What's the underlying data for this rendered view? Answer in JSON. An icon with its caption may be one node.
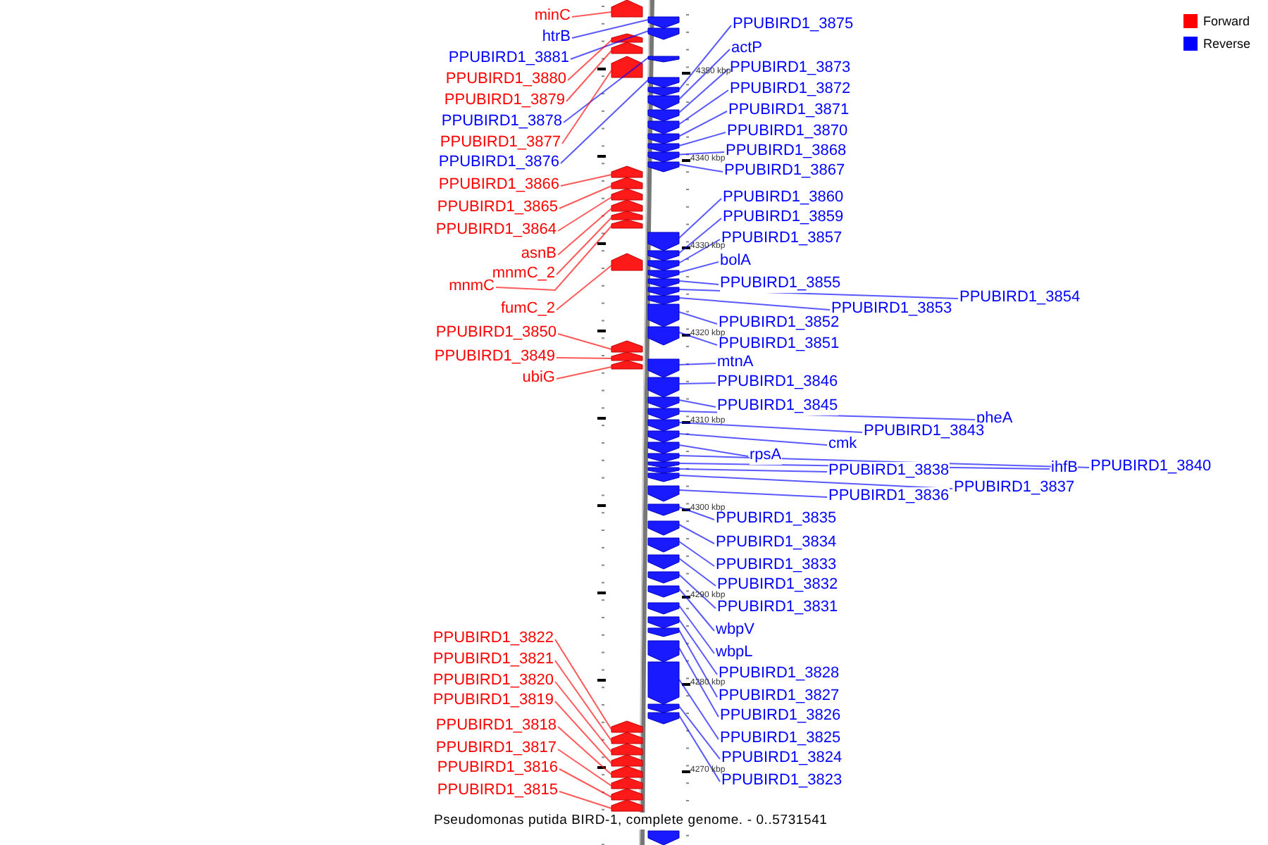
{
  "diagram": {
    "caption": "Pseudomonas putida BIRD-1, complete genome. - 0..5731541",
    "nodes": [
      {
        "text": [
          "minC"
        ]
      },
      {
        "text": [
          "htrB"
        ]
      },
      {
        "text": [
          "PPUBIRD1_3881"
        ]
      },
      {
        "text": [
          "PPUBIRD1_3880"
        ]
      },
      {
        "text": [
          "PPUBIRD1_3879"
        ]
      },
      {
        "text": [
          "PPUBIRD1_3878"
        ]
      },
      {
        "text": [
          "PPUBIRD1_3877"
        ]
      },
      {
        "text": [
          "PPUBIRD1_3876"
        ]
      },
      {
        "text": [
          "PPUBIRD1_3866"
        ]
      },
      {
        "text": [
          "PPUBIRD1_3865"
        ]
      },
      {
        "text": [
          "PPUBIRD1_3864"
        ]
      },
      {
        "text": [
          "asnB"
        ]
      },
      {
        "text": [
          "mnmC_2"
        ]
      },
      {
        "text": [
          "mnmC"
        ]
      },
      {
        "text": [
          "fumC_2"
        ]
      },
      {
        "text": [
          "PPUBIRD1_3850"
        ]
      },
      {
        "text": [
          "PPUBIRD1_3849"
        ]
      },
      {
        "text": [
          "ubiG"
        ]
      },
      {
        "text": [
          "PPUBIRD1_3875"
        ]
      },
      {
        "text": [
          "actP"
        ]
      },
      {
        "text": [
          "PPUBIRD1_3873"
        ]
      },
      {
        "text": [
          "PPUBIRD1_3872"
        ]
      },
      {
        "text": [
          "PPUBIRD1_3871"
        ]
      },
      {
        "text": [
          "PPUBIRD1_3870"
        ]
      },
      {
        "text": [
          "PPUBIRD1_3868"
        ]
      },
      {
        "text": [
          "PPUBIRD1_3867"
        ]
      },
      {
        "text": [
          "PPUBIRD1_3860"
        ]
      },
      {
        "text": [
          "PPUBIRD1_3859"
        ]
      },
      {
        "text": [
          "PPUBIRD1_3857"
        ]
      },
      {
        "text": [
          "bolA"
        ]
      },
      {
        "text": [
          "PPUBIRD1_3855"
        ]
      },
      {
        "text": [
          "PPUBIRD1_3854"
        ]
      },
      {
        "text": [
          "PPUBIRD1_3853"
        ]
      },
      {
        "text": [
          "PPUBIRD1_3852"
        ]
      },
      {
        "text": [
          "PPUBIRD1_3851"
        ]
      },
      {
        "text": [
          "mtnA"
        ]
      },
      {
        "text": [
          "PPUBIRD1_3846"
        ]
      },
      {
        "text": [
          "PPUBIRD1_3845"
        ]
      },
      {
        "text": [
          "pheA"
        ]
      },
      {
        "text": [
          "PPUBIRD1_3843"
        ]
      },
      {
        "text": [
          "cmk"
        ]
      },
      {
        "text": [
          "rpsA"
        ]
      },
      {
        "text": [
          "PPUBIRD1_3840"
        ]
      },
      {
        "text": [
          "ihfB"
        ]
      },
      {
        "text": [
          "PPUBIRD1_3838"
        ]
      },
      {
        "text": [
          "PPUBIRD1_3837"
        ]
      },
      {
        "text": [
          "PPUBIRD1_3836"
        ]
      },
      {
        "text": [
          "PPUBIRD1_3835"
        ]
      },
      {
        "text": [
          "PPUBIRD1_3834"
        ]
      },
      {
        "text": [
          "PPUBIRD1_3833"
        ]
      },
      {
        "text": [
          "PPUBIRD1_3832"
        ]
      },
      {
        "text": [
          "PPUBIRD1_3831"
        ]
      },
      {
        "text": [
          "wbpV"
        ]
      },
      {
        "text": [
          "wbpL"
        ]
      },
      {
        "text": [
          "PPUBIRD1_3828"
        ]
      },
      {
        "text": [
          "PPUBIRD1_3827"
        ]
      },
      {
        "text": [
          "PPUBIRD1_3826"
        ]
      },
      {
        "text": [
          "PPUBIRD1_3825"
        ]
      },
      {
        "text": [
          "PPUBIRD1_3824"
        ]
      },
      {
        "text": [
          "PPUBIRD1_3823"
        ]
      },
      {
        "text": [
          "PPUBIRD1_3822"
        ]
      },
      {
        "text": [
          "PPUBIRD1_3821"
        ]
      },
      {
        "text": [
          "PPUBIRD1_3820"
        ]
      },
      {
        "text": [
          "PPUBIRD1_3819"
        ]
      },
      {
        "text": [
          "PPUBIRD1_3818"
        ]
      },
      {
        "text": [
          "PPUBIRD1_3817"
        ]
      },
      {
        "text": [
          "PPUBIRD1_3816"
        ]
      },
      {
        "text": [
          "PPUBIRD1_3815"
        ]
      },
      {
        "text": [],
        "shape": "arrow"
      },
      {
        "text": [],
        "shape": "arrow"
      },
      {
        "text": [],
        "shape": "arrow"
      },
      {
        "text": [],
        "shape": "arrow"
      },
      {
        "text": [],
        "shape": "arrow"
      },
      {
        "text": [],
        "shape": "arrow"
      },
      {
        "text": [],
        "shape": "arrow"
      },
      {
        "text": [],
        "shape": "arrow"
      },
      {
        "text": [],
        "shape": "arrow"
      },
      {
        "text": [],
        "shape": "arrow"
      },
      {
        "text": [],
        "shape": "arrow"
      },
      {
        "text": [],
        "shape": "arrow"
      },
      {
        "text": [],
        "shape": "arrow"
      },
      {
        "text": [],
        "shape": "arrow"
      },
      {
        "text": [],
        "shape": "arrow"
      },
      {
        "text": [],
        "shape": "arrow"
      },
      {
        "text": [],
        "shape": "arrow"
      },
      {
        "text": [],
        "shape": "arrow"
      },
      {
        "text": [],
        "shape": "arrow"
      },
      {
        "text": [],
        "shape": "arrow"
      },
      {
        "text": [],
        "shape": "arrow"
      },
      {
        "text": [],
        "shape": "arrow"
      },
      {
        "text": [],
        "shape": "arrow"
      },
      {
        "text": [],
        "shape": "arrow"
      },
      {
        "text": [],
        "shape": "arrow"
      },
      {
        "text": [],
        "shape": "arrow"
      },
      {
        "text": [],
        "shape": "arrow"
      },
      {
        "text": [],
        "shape": "arrow"
      },
      {
        "text": [],
        "shape": "arrow"
      },
      {
        "text": [],
        "shape": "arrow"
      },
      {
        "text": [],
        "shape": "arrow"
      },
      {
        "text": [],
        "shape": "arrow"
      },
      {
        "text": [],
        "shape": "arrow"
      },
      {
        "text": [],
        "shape": "arrow"
      },
      {
        "text": [],
        "shape": "arrow"
      },
      {
        "text": [],
        "shape": "arrow"
      },
      {
        "text": [],
        "shape": "arrow"
      },
      {
        "text": [],
        "shape": "arrow"
      },
      {
        "text": [],
        "shape": "arrow"
      },
      {
        "text": [],
        "shape": "arrow"
      },
      {
        "text": [],
        "shape": "arrow"
      },
      {
        "text": [],
        "shape": "arrow"
      },
      {
        "text": [],
        "shape": "arrow"
      },
      {
        "text": [],
        "shape": "arrow"
      },
      {
        "text": [],
        "shape": "arrow"
      },
      {
        "text": [],
        "shape": "arrow"
      },
      {
        "text": [],
        "shape": "arrow"
      },
      {
        "text": [],
        "shape": "arrow"
      },
      {
        "text": [],
        "shape": "arrow"
      },
      {
        "text": [],
        "shape": "arrow"
      },
      {
        "text": [],
        "shape": "arrow"
      },
      {
        "text": [],
        "shape": "arrow"
      },
      {
        "text": [],
        "shape": "arrow"
      },
      {
        "text": [],
        "shape": "arrow"
      },
      {
        "text": [],
        "shape": "arrow"
      },
      {
        "text": [],
        "shape": "arrow"
      },
      {
        "text": [],
        "shape": "arrow"
      },
      {
        "text": [],
        "shape": "arrow"
      },
      {
        "text": [],
        "shape": "arrow"
      },
      {
        "text": [],
        "shape": "arrow"
      },
      {
        "text": [],
        "shape": "arrow"
      },
      {
        "text": [],
        "shape": "arrow"
      },
      {
        "text": [],
        "shape": "arrow"
      },
      {
        "text": [],
        "shape": "arrow"
      },
      {
        "text": [],
        "shape": "arrow"
      },
      {
        "text": [],
        "shape": "arrow"
      },
      {
        "text": [],
        "shape": "arrow"
      },
      {
        "text": [],
        "shape": "arrow"
      },
      {
        "text": [],
        "shape": "arrow"
      }
    ],
    "edges": [
      {
        "from": 0,
        "to": 68,
        "arrow": "none",
        "color": "#ff0000"
      },
      {
        "from": 1,
        "to": 90,
        "arrow": "none"
      },
      {
        "from": 2,
        "to": 91,
        "arrow": "none"
      },
      {
        "from": 3,
        "to": 69,
        "arrow": "none",
        "color": "#ff0000"
      },
      {
        "from": 4,
        "to": 70,
        "arrow": "none",
        "color": "#ff0000"
      },
      {
        "from": 5,
        "to": 92,
        "arrow": "none"
      },
      {
        "from": 6,
        "to": 71,
        "arrow": "none",
        "color": "#ff0000"
      },
      {
        "from": 7,
        "to": 93,
        "arrow": "none"
      },
      {
        "from": 8,
        "to": 72,
        "arrow": "none",
        "color": "#ff0000"
      },
      {
        "from": 9,
        "to": 73,
        "arrow": "none",
        "color": "#ff0000"
      },
      {
        "from": 10,
        "to": 74,
        "arrow": "none",
        "color": "#ff0000"
      },
      {
        "from": 11,
        "to": 75,
        "arrow": "none",
        "color": "#ff0000"
      },
      {
        "from": 12,
        "to": 76,
        "arrow": "none",
        "color": "#ff0000"
      },
      {
        "from": 13,
        "to": 77,
        "arrow": "none",
        "color": "#ff0000"
      },
      {
        "from": 14,
        "to": 78,
        "arrow": "none",
        "color": "#ff0000"
      },
      {
        "from": 15,
        "to": 79,
        "arrow": "none",
        "color": "#ff0000"
      },
      {
        "from": 16,
        "to": 80,
        "arrow": "none",
        "color": "#ff0000"
      },
      {
        "from": 17,
        "to": 81,
        "arrow": "none",
        "color": "#ff0000"
      },
      {
        "from": 18,
        "to": 94,
        "arrow": "none"
      },
      {
        "from": 19,
        "to": 95,
        "arrow": "none"
      },
      {
        "from": 20,
        "to": 96,
        "arrow": "none"
      },
      {
        "from": 21,
        "to": 97,
        "arrow": "none"
      },
      {
        "from": 22,
        "to": 98,
        "arrow": "none"
      },
      {
        "from": 23,
        "to": 99,
        "arrow": "none"
      },
      {
        "from": 24,
        "to": 100,
        "arrow": "none"
      },
      {
        "from": 25,
        "to": 101,
        "arrow": "none"
      },
      {
        "from": 26,
        "to": 102,
        "arrow": "none"
      },
      {
        "from": 27,
        "to": 103,
        "arrow": "none"
      },
      {
        "from": 28,
        "to": 104,
        "arrow": "none"
      },
      {
        "from": 29,
        "to": 105,
        "arrow": "none"
      },
      {
        "from": 30,
        "to": 106,
        "arrow": "none"
      },
      {
        "from": 31,
        "to": 107,
        "arrow": "none"
      },
      {
        "from": 32,
        "to": 108,
        "arrow": "none"
      },
      {
        "from": 33,
        "to": 109,
        "arrow": "none"
      },
      {
        "from": 34,
        "to": 110,
        "arrow": "none"
      },
      {
        "from": 35,
        "to": 111,
        "arrow": "none"
      },
      {
        "from": 36,
        "to": 112,
        "arrow": "none"
      },
      {
        "from": 37,
        "to": 113,
        "arrow": "none"
      },
      {
        "from": 38,
        "to": 114,
        "arrow": "none"
      },
      {
        "from": 39,
        "to": 115,
        "arrow": "none"
      },
      {
        "from": 40,
        "to": 116,
        "arrow": "none"
      },
      {
        "from": 41,
        "to": 117,
        "arrow": "none"
      },
      {
        "from": 42,
        "to": 118,
        "arrow": "none"
      },
      {
        "from": 43,
        "to": 119,
        "arrow": "none"
      },
      {
        "from": 44,
        "to": 120,
        "arrow": "none"
      },
      {
        "from": 45,
        "to": 121,
        "arrow": "none"
      },
      {
        "from": 46,
        "to": 122,
        "arrow": "none"
      },
      {
        "from": 47,
        "to": 123,
        "arrow": "none"
      },
      {
        "from": 48,
        "to": 124,
        "arrow": "none"
      },
      {
        "from": 49,
        "to": 125,
        "arrow": "none"
      },
      {
        "from": 50,
        "to": 126,
        "arrow": "none"
      },
      {
        "from": 51,
        "to": 127,
        "arrow": "none"
      },
      {
        "from": 52,
        "to": 128,
        "arrow": "none"
      },
      {
        "from": 53,
        "to": 129,
        "arrow": "none"
      },
      {
        "from": 54,
        "to": 130,
        "arrow": "none"
      },
      {
        "from": 55,
        "to": 131,
        "arrow": "none"
      },
      {
        "from": 56,
        "to": 132,
        "arrow": "none"
      },
      {
        "from": 57,
        "to": 133,
        "arrow": "none"
      },
      {
        "from": 58,
        "to": 134,
        "arrow": "none"
      },
      {
        "from": 59,
        "to": 135,
        "arrow": "none"
      },
      {
        "from": 60,
        "to": 82,
        "arrow": "none",
        "color": "#ff0000"
      },
      {
        "from": 61,
        "to": 83,
        "arrow": "none",
        "color": "#ff0000"
      },
      {
        "from": 62,
        "to": 84,
        "arrow": "none",
        "color": "#ff0000"
      },
      {
        "from": 63,
        "to": 85,
        "arrow": "none",
        "color": "#ff0000"
      },
      {
        "from": 64,
        "to": 86,
        "arrow": "none",
        "color": "#ff0000"
      },
      {
        "from": 65,
        "to": 87,
        "arrow": "none",
        "color": "#ff0000"
      },
      {
        "from": 66,
        "to": 88,
        "arrow": "none",
        "color": "#ff0000"
      },
      {
        "from": 67,
        "to": 89,
        "arrow": "none",
        "color": "#ff0000"
      }
    ],
    "labels": [
      "4350 kbp",
      "4340 kbp",
      "4330 kbp",
      "4320 kbp",
      "4310 kbp",
      "4300 kbp",
      "4290 kbp",
      "4280 kbp",
      "4270 kbp"
    ],
    "legend": [
      {
        "text": "Forward",
        "color": "#ff0000"
      },
      {
        "text": "Reverse",
        "color": "#0000ff"
      }
    ]
  }
}
